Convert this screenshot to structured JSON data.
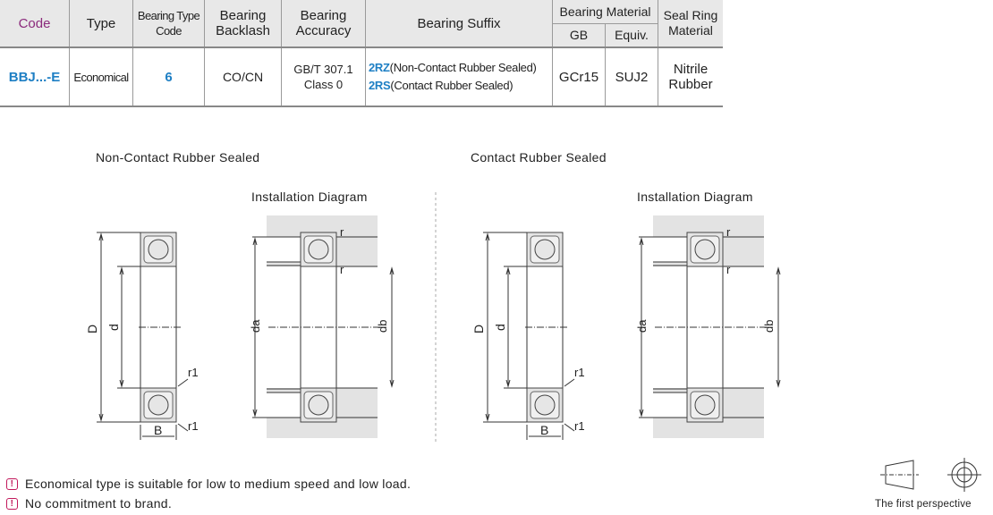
{
  "table": {
    "headers": {
      "code": "Code",
      "type": "Type",
      "type_code": "Bearing Type Code",
      "backlash": "Bearing Backlash",
      "accuracy": "Bearing Accuracy",
      "suffix": "Bearing Suffix",
      "material": "Bearing Material",
      "gb": "GB",
      "equiv": "Equiv.",
      "seal": "Seal Ring Material"
    },
    "row": {
      "code": "BBJ...-E",
      "type": "Economical",
      "type_code": "6",
      "backlash": "CO/CN",
      "accuracy_1": "GB/T 307.1",
      "accuracy_2": "Class 0",
      "suffix_1_code": "2RZ",
      "suffix_1_desc": "(Non-Contact Rubber Sealed)",
      "suffix_2_code": "2RS",
      "suffix_2_desc": "(Contact Rubber Sealed)",
      "gb": "GCr15",
      "equiv": "SUJ2",
      "seal": "Nitrile Rubber"
    }
  },
  "diagrams": {
    "left_title": "Non-Contact Rubber Sealed",
    "right_title": "Contact Rubber Sealed",
    "install_title": "Installation Diagram",
    "labels": {
      "D": "D",
      "d": "d",
      "B": "B",
      "r1": "r1",
      "r": "r",
      "da": "da",
      "db": "db"
    }
  },
  "notes": [
    "Economical type is suitable for low to medium speed and low load.",
    "No commitment to brand."
  ],
  "perspective_label": "The first perspective",
  "colors": {
    "accent_blue": "#1e7fc4",
    "code_purple": "#8b2a7c",
    "warning": "#c2185b",
    "header_bg": "#e8e8e8"
  }
}
